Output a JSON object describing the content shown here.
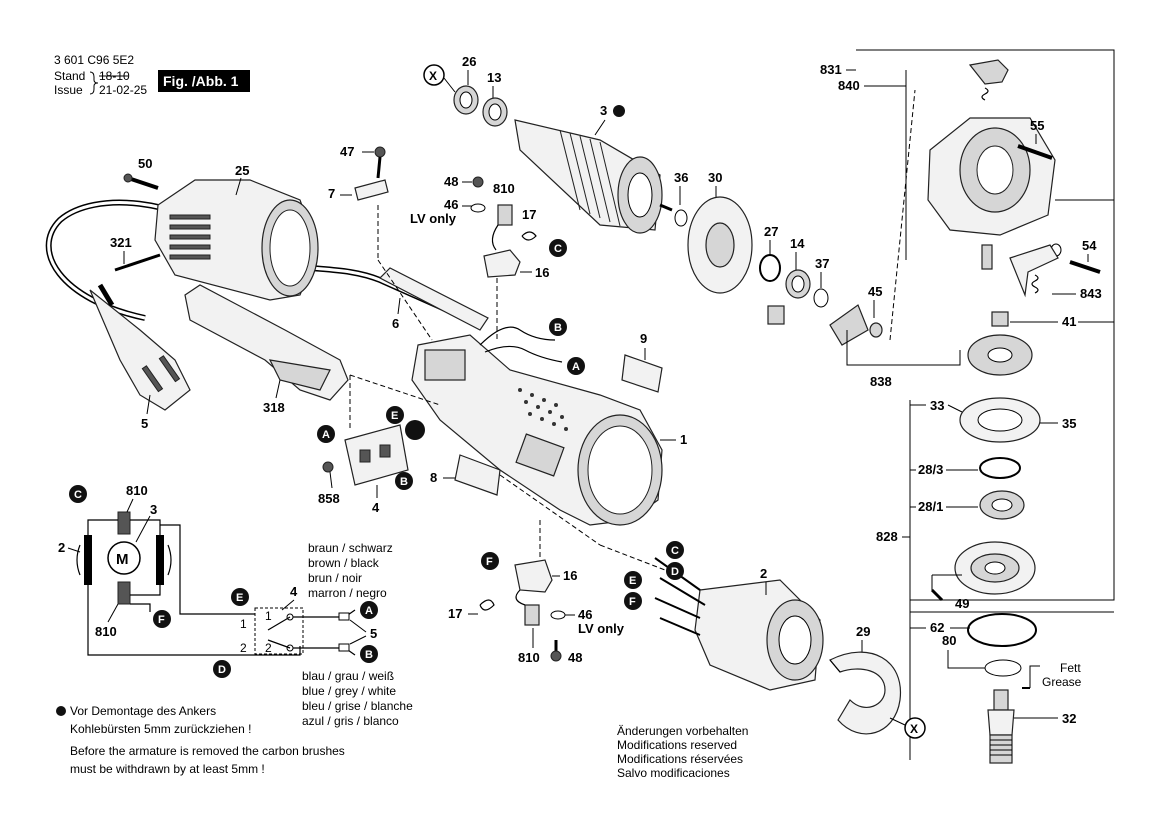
{
  "header": {
    "doc_number": "3 601 C96 5E2",
    "stand_label": "Stand",
    "issue_label": "Issue",
    "old_version": "18-10",
    "issue_date": "21-02-25",
    "figure_label": "Fig. /Abb. 1"
  },
  "markers": {
    "A": "A",
    "B": "B",
    "C": "C",
    "D": "D",
    "E": "E",
    "F": "F",
    "X": "X",
    "M": "M"
  },
  "parts": {
    "p1": "1",
    "p2": "2",
    "p3": "3",
    "p4": "4",
    "p5": "5",
    "p6": "6",
    "p7": "7",
    "p8": "8",
    "p9": "9",
    "p13": "13",
    "p14": "14",
    "p16": "16",
    "p17": "17",
    "p25": "25",
    "p26": "26",
    "p27": "27",
    "p28_1": "28/1",
    "p28_3": "28/3",
    "p29": "29",
    "p30": "30",
    "p32": "32",
    "p33": "33",
    "p35": "35",
    "p36": "36",
    "p37": "37",
    "p41": "41",
    "p45": "45",
    "p46": "46",
    "p47": "47",
    "p48": "48",
    "p49": "49",
    "p50": "50",
    "p54": "54",
    "p55": "55",
    "p62": "62",
    "p80": "80",
    "p318": "318",
    "p321": "321",
    "p810": "810",
    "p828": "828",
    "p831": "831",
    "p838": "838",
    "p840": "840",
    "p843": "843",
    "p858": "858"
  },
  "notes": {
    "lv_only": "LV only",
    "grease_de": "Fett",
    "grease_en": "Grease"
  },
  "wire_colors": {
    "row1": "braun   / schwarz",
    "row2": "brown   / black",
    "row3": "brun     / noir",
    "row4": "marron / negro",
    "row5": "blau / grau / weiß",
    "row6": "blue / grey / white",
    "row7": "bleu / grise / blanche",
    "row8": "azul / gris   / blanco"
  },
  "terminal_labels": {
    "t1a": "1",
    "t1b": "1",
    "t2a": "2",
    "t2b": "2"
  },
  "footnote": {
    "de_line1": "Vor Demontage des Ankers",
    "de_line2": "Kohlebürsten 5mm zurückziehen !",
    "en_line1": "Before the armature is removed the carbon brushes",
    "en_line2": "must be withdrawn by at least 5mm !"
  },
  "modifications": {
    "de": "Änderungen vorbehalten",
    "en": "Modifications reserved",
    "fr": "Modifications réservées",
    "es": "Salvo modificaciones"
  }
}
